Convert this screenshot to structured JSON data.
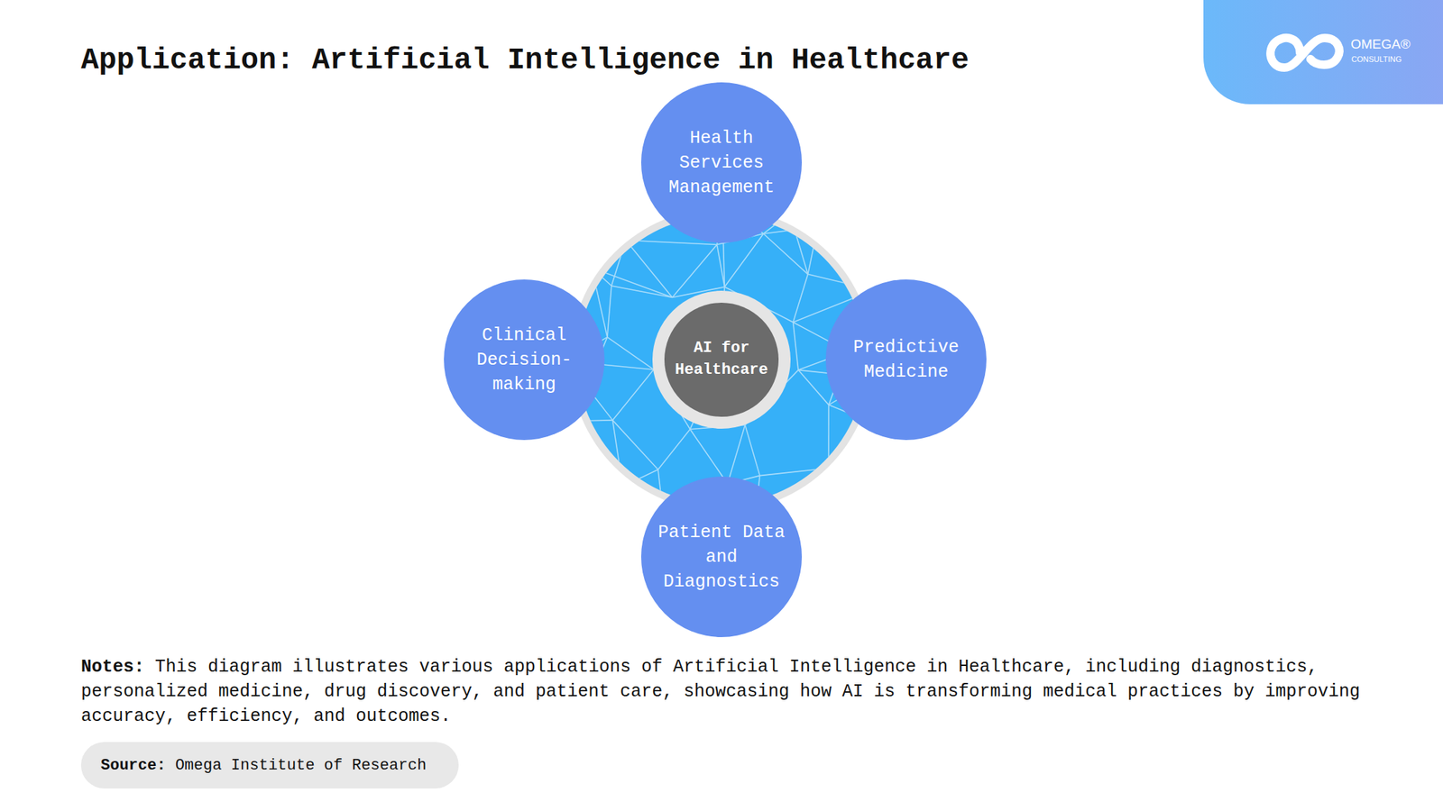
{
  "diagram": {
    "title": "Application: Artificial Intelligence in Healthcare",
    "nodes": [
      {
        "text": [
          "Health Services Management"
        ]
      },
      {
        "text": [
          "Clinical Decision-making"
        ]
      },
      {
        "text": [
          "AI for Healthcare"
        ]
      },
      {
        "text": [
          "Predictive Medicine"
        ]
      },
      {
        "text": [
          "Patient Data and Diagnostics"
        ]
      }
    ],
    "labels": [
      "OMEGA®",
      "CONSULTING",
      "Notes:",
      "This diagram illustrates various applications of Artificial Intelligence in Healthcare, including diagnostics, personalized medicine, drug discovery, and patient care, showcasing how AI is transforming medical practices by improving accuracy, efficiency, and outcomes.",
      "Source:",
      "Omega Institute of Research"
    ]
  }
}
